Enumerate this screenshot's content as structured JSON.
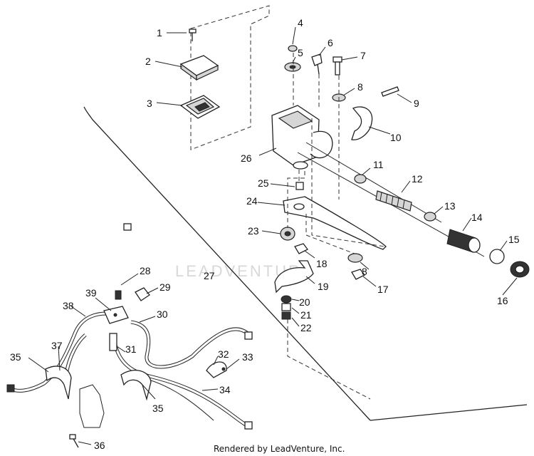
{
  "callouts": [
    {
      "id": "1",
      "label": "1"
    },
    {
      "id": "2",
      "label": "2"
    },
    {
      "id": "3",
      "label": "3"
    },
    {
      "id": "4",
      "label": "4"
    },
    {
      "id": "5",
      "label": "5"
    },
    {
      "id": "6",
      "label": "6"
    },
    {
      "id": "7",
      "label": "7"
    },
    {
      "id": "8a",
      "label": "8"
    },
    {
      "id": "9",
      "label": "9"
    },
    {
      "id": "10",
      "label": "10"
    },
    {
      "id": "11",
      "label": "11"
    },
    {
      "id": "12",
      "label": "12"
    },
    {
      "id": "13",
      "label": "13"
    },
    {
      "id": "14",
      "label": "14"
    },
    {
      "id": "15",
      "label": "15"
    },
    {
      "id": "16",
      "label": "16"
    },
    {
      "id": "17",
      "label": "17"
    },
    {
      "id": "18",
      "label": "18"
    },
    {
      "id": "19",
      "label": "19"
    },
    {
      "id": "20",
      "label": "20"
    },
    {
      "id": "21",
      "label": "21"
    },
    {
      "id": "22",
      "label": "22"
    },
    {
      "id": "23",
      "label": "23"
    },
    {
      "id": "24",
      "label": "24"
    },
    {
      "id": "25",
      "label": "25"
    },
    {
      "id": "26",
      "label": "26"
    },
    {
      "id": "27",
      "label": "27"
    },
    {
      "id": "28",
      "label": "28"
    },
    {
      "id": "29",
      "label": "29"
    },
    {
      "id": "30",
      "label": "30"
    },
    {
      "id": "31",
      "label": "31"
    },
    {
      "id": "32",
      "label": "32"
    },
    {
      "id": "33",
      "label": "33"
    },
    {
      "id": "34",
      "label": "34"
    },
    {
      "id": "35a",
      "label": "35"
    },
    {
      "id": "35b",
      "label": "35"
    },
    {
      "id": "36",
      "label": "36"
    },
    {
      "id": "37",
      "label": "37"
    },
    {
      "id": "38",
      "label": "38"
    },
    {
      "id": "39",
      "label": "39"
    },
    {
      "id": "8b",
      "label": "8"
    }
  ],
  "watermark": "LEADVENTURE",
  "footer_text": "Rendered by LeadVenture, Inc."
}
